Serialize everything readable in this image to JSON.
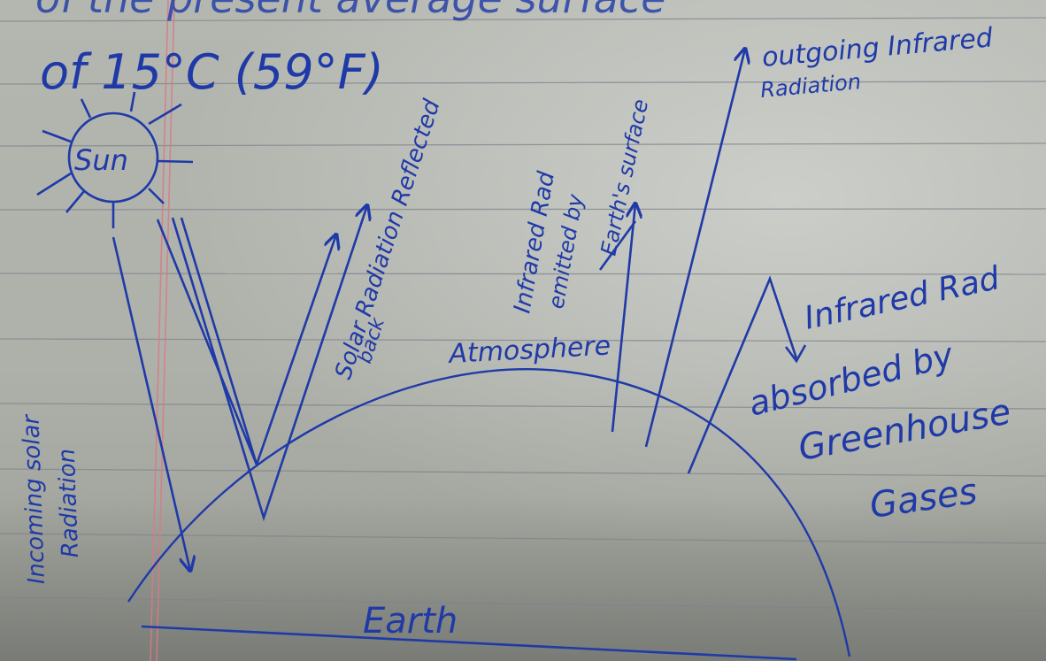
{
  "header": {
    "line_top": "of the present average surface",
    "line_temp": "of 15°C (59°F)"
  },
  "labels": {
    "sun": "Sun",
    "incoming_line1": "Incoming solar",
    "incoming_line2": "Radiation",
    "reflected_line1": "Solar Radiation Reflected",
    "reflected_line2": "back",
    "emitted_line1": "Infrared Rad",
    "emitted_line2": "emitted by",
    "emitted_line3": "Earth's surface",
    "outgoing_line1": "outgoing Infrared",
    "outgoing_line2": "Radiation",
    "absorbed_line1": "Infrared Rad",
    "absorbed_line2": "absorbed by",
    "absorbed_line3": "Greenhouse",
    "absorbed_line4": "Gases",
    "atmosphere": "Atmosphere",
    "earth": "Earth"
  },
  "colors": {
    "ink": "#1f3aa8",
    "margin_line": "#d97a86",
    "ruled_line": "#8a8d99"
  }
}
